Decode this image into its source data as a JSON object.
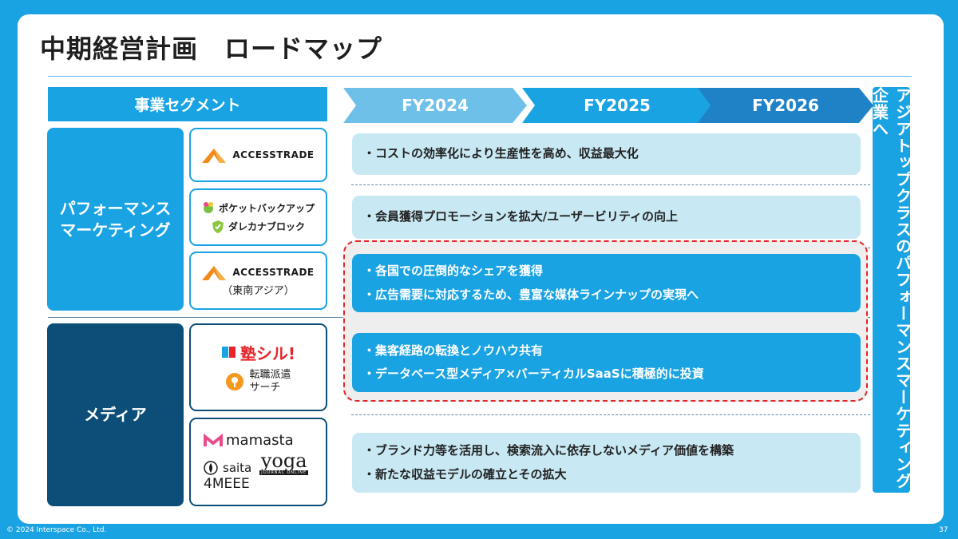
{
  "title": "中期経営計画　ロードマップ",
  "segment_header": "事業セグメント",
  "timeline": [
    "FY2024",
    "FY2025",
    "FY2026"
  ],
  "vertical_goal": "アジアトップクラスのパフォーマンスマーケティング企業へ",
  "segments": {
    "performance_marketing": "パフォーマンス\nマーケティング",
    "media": "メディア"
  },
  "logos": {
    "accesstrade": "ACCESSTRADE",
    "accesstrade_sea": "ACCESSTRADE",
    "accesstrade_sea_sub": "（東南アジア）",
    "pocket_backup": "ポケットバックアップ",
    "darekana_block": "ダレカナブロック",
    "juku_shiru": "塾シル!",
    "tenshoku_line1": "転職派遣",
    "tenshoku_line2": "サーチ",
    "mamasta": "mamasta",
    "saita": "saita",
    "yoga": "yoga",
    "yoga_sub": "JOURNAL ONLINE",
    "fourmeee": "4MEEE"
  },
  "rows": [
    [
      "・コストの効率化により生産性を高め、収益最大化"
    ],
    [
      "・会員獲得プロモーションを拡大/ユーザービリティの向上"
    ],
    [
      "・各国での圧倒的なシェアを獲得",
      "・広告需要に対応するため、豊富な媒体ラインナップの実現へ"
    ],
    [
      "・集客経路の転換とノウハウ共有",
      "・データベース型メディア×バーティカルSaaSに積極的に投資"
    ],
    [
      "・ブランド力等を活用し、検索流入に依存しないメディア価値を構築",
      "・新たな収益モデルの確立とその拡大"
    ]
  ],
  "footer": {
    "copyright": "© 2024 Interspace Co., Ltd.",
    "page": "37"
  },
  "colors": {
    "accent": "#1aa3e3",
    "dark_navy": "#0c4e78",
    "light_pill": "#c8e9f4",
    "highlight_border": "#e5252a",
    "chevron_1": "#6fc0e8",
    "chevron_2": "#1aa3e3",
    "chevron_3": "#1f82c7"
  }
}
